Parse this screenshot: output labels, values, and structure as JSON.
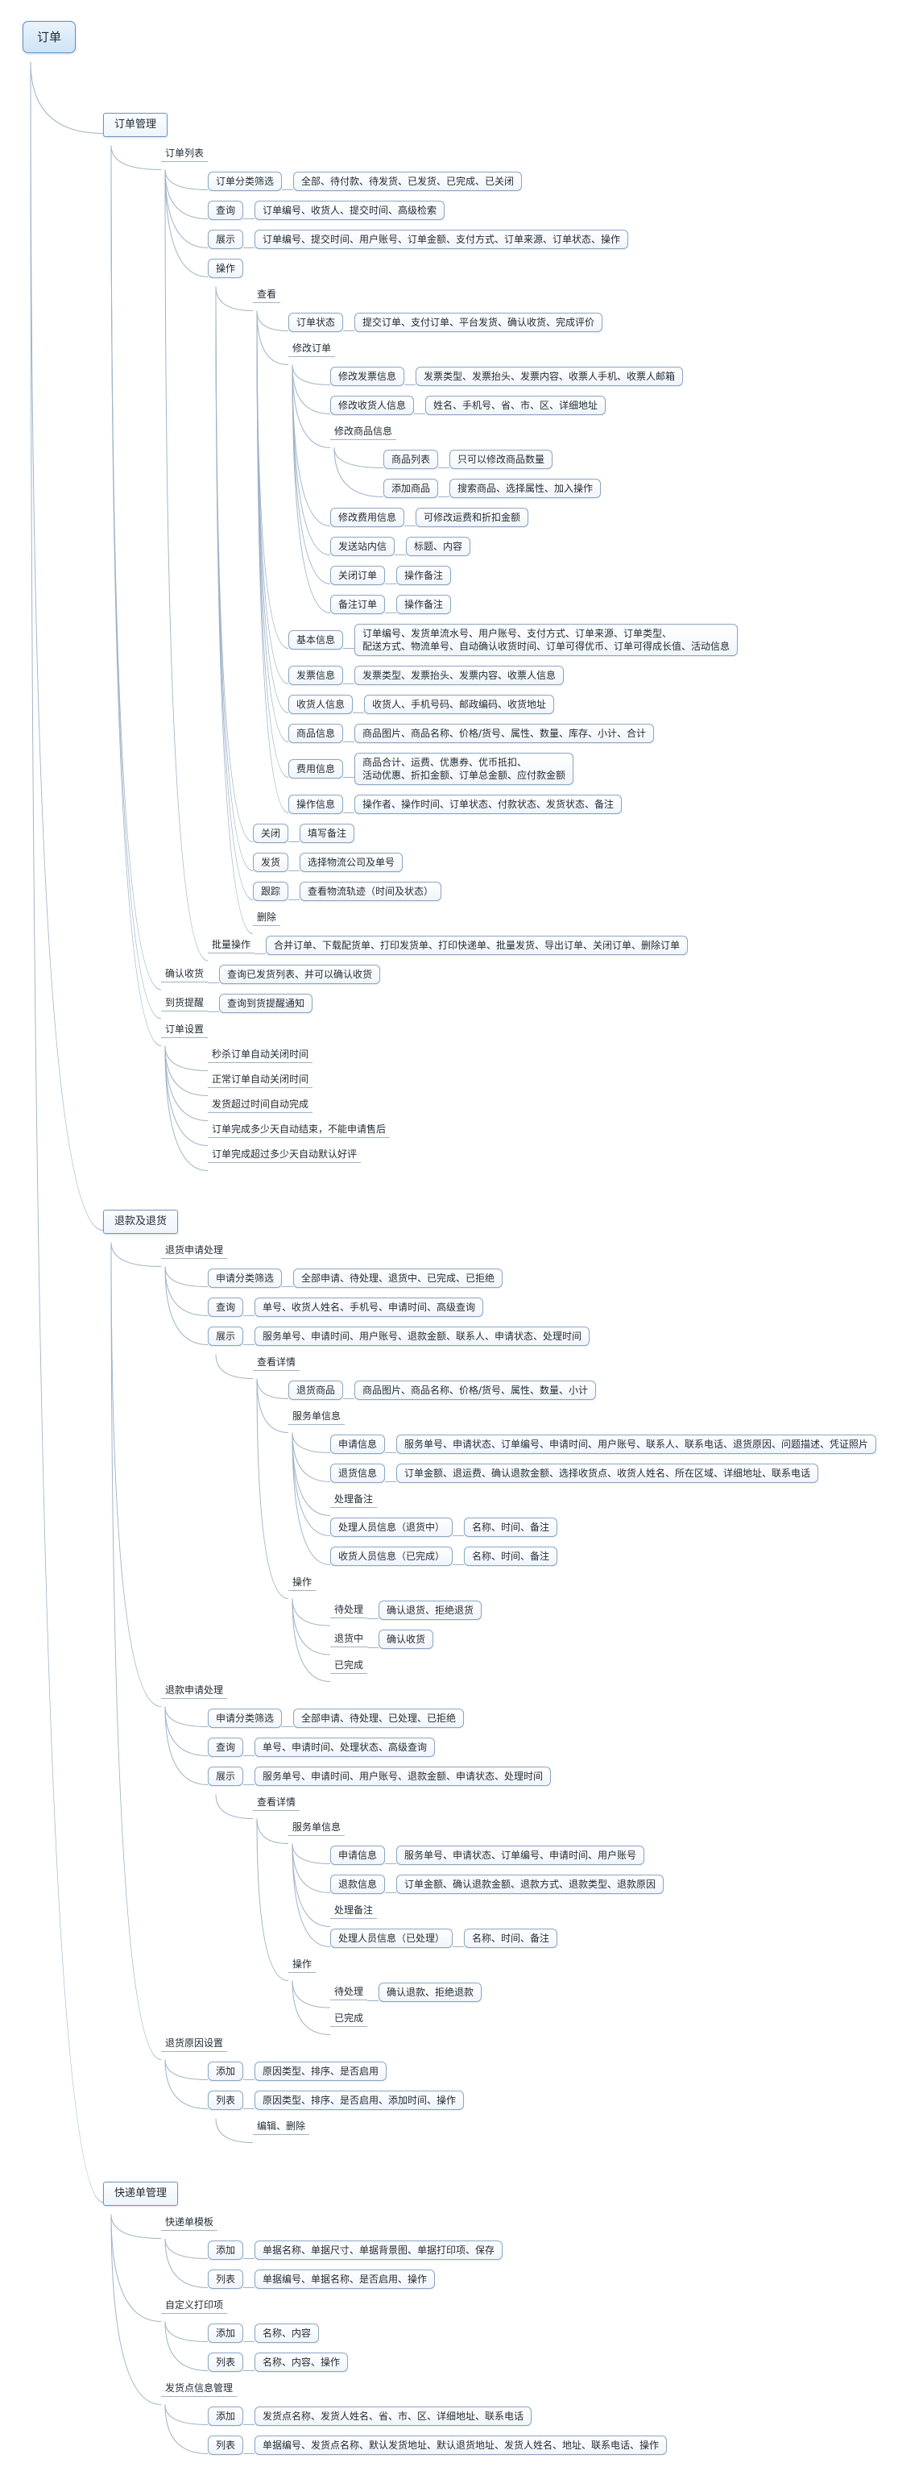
{
  "colors": {
    "background": "#ffffff",
    "node_border": "#8aa6c2",
    "branch_border": "#6d95bf",
    "root_border": "#5e8fc4",
    "root_fill": "#cfe3f6",
    "connector": "#9eb3c7",
    "text": "#1f2a33"
  },
  "mindmap": {
    "root": {
      "label": "订单",
      "style": "root",
      "name": "root-topic-order",
      "children": [
        {
          "label": "订单管理",
          "style": "branch",
          "name": "branch-order-management",
          "gap_before": 62,
          "children": [
            {
              "label": "订单列表",
              "style": "line",
              "children": [
                {
                  "label": "订单分类筛选",
                  "detail": "全部、待付款、待发货、已发货、已完成、已关闭"
                },
                {
                  "label": "查询",
                  "detail": "订单编号、收货人、提交时间、高级检索"
                },
                {
                  "label": "展示",
                  "detail": "订单编号、提交时间、用户账号、订单金额、支付方式、订单来源、订单状态、操作"
                },
                {
                  "label": "操作",
                  "children": [
                    {
                      "label": "查看",
                      "style": "line",
                      "children": [
                        {
                          "label": "订单状态",
                          "detail": "提交订单、支付订单、平台发货、确认收货、完成评价"
                        },
                        {
                          "label": "修改订单",
                          "style": "line",
                          "children": [
                            {
                              "label": "修改发票信息",
                              "detail": "发票类型、发票抬头、发票内容、收票人手机、收票人邮箱"
                            },
                            {
                              "label": "修改收货人信息",
                              "detail": "姓名、手机号、省、市、区、详细地址"
                            },
                            {
                              "label": "修改商品信息",
                              "style": "line",
                              "children": [
                                {
                                  "label": "商品列表",
                                  "detail": "只可以修改商品数量"
                                },
                                {
                                  "label": "添加商品",
                                  "detail": "搜索商品、选择属性、加入操作"
                                }
                              ]
                            },
                            {
                              "label": "修改费用信息",
                              "detail": "可修改运费和折扣金额"
                            },
                            {
                              "label": "发送站内信",
                              "detail": "标题、内容"
                            },
                            {
                              "label": "关闭订单",
                              "detail": "操作备注"
                            },
                            {
                              "label": "备注订单",
                              "detail": "操作备注"
                            }
                          ]
                        },
                        {
                          "label": "基本信息",
                          "detail": "订单编号、发货单流水号、用户账号、支付方式、订单来源、订单类型、\n配送方式、物流单号、自动确认收货时间、订单可得优币、订单可得成长值、活动信息"
                        },
                        {
                          "label": "发票信息",
                          "detail": "发票类型、发票抬头、发票内容、收票人信息"
                        },
                        {
                          "label": "收货人信息",
                          "detail": "收货人、手机号码、邮政编码、收货地址"
                        },
                        {
                          "label": "商品信息",
                          "detail": "商品图片、商品名称、价格/货号、属性、数量、库存、小计、合计"
                        },
                        {
                          "label": "费用信息",
                          "detail": "商品合计、运费、优惠券、优币抵扣、\n活动优惠、折扣金额、订单总金额、应付款金额"
                        },
                        {
                          "label": "操作信息",
                          "detail": "操作者、操作时间、订单状态、付款状态、发货状态、备注"
                        }
                      ]
                    },
                    {
                      "label": "关闭",
                      "detail": "填写备注"
                    },
                    {
                      "label": "发货",
                      "detail": "选择物流公司及单号"
                    },
                    {
                      "label": "跟踪",
                      "detail": "查看物流轨迹（时间及状态）"
                    },
                    {
                      "label": "删除",
                      "style": "line"
                    }
                  ]
                },
                {
                  "label": "批量操作",
                  "style": "line",
                  "detail": "合并订单、下载配货单、打印发货单、打印快递单、批量发货、导出订单、关闭订单、删除订单"
                }
              ]
            },
            {
              "label": "确认收货",
              "style": "line",
              "detail": "查询已发货列表、并可以确认收货"
            },
            {
              "label": "到货提醒",
              "style": "line",
              "detail": "查询到货提醒通知"
            },
            {
              "label": "订单设置",
              "style": "line",
              "children": [
                {
                  "label": "秒杀订单自动关闭时间",
                  "style": "line"
                },
                {
                  "label": "正常订单自动关闭时间",
                  "style": "line"
                },
                {
                  "label": "发货超过时间自动完成",
                  "style": "line"
                },
                {
                  "label": "订单完成多少天自动结束，不能申请售后",
                  "style": "line"
                },
                {
                  "label": "订单完成超过多少天自动默认好评",
                  "style": "line"
                }
              ]
            }
          ]
        },
        {
          "label": "退款及退货",
          "style": "branch",
          "name": "branch-refund-and-return",
          "gap_before": 46,
          "children": [
            {
              "label": "退货申请处理",
              "style": "line",
              "children": [
                {
                  "label": "申请分类筛选",
                  "detail": "全部申请、待处理、退货中、已完成、已拒绝"
                },
                {
                  "label": "查询",
                  "detail": "单号、收货人姓名、手机号、申请时间、高级查询"
                },
                {
                  "label": "展示",
                  "detail": "服务单号、申请时间、用户账号、退款金额、联系人、申请状态、处理时间",
                  "children": [
                    {
                      "label": "查看详情",
                      "style": "line",
                      "children": [
                        {
                          "label": "退货商品",
                          "detail": "商品图片、商品名称、价格/货号、属性、数量、小计"
                        },
                        {
                          "label": "服务单信息",
                          "style": "line",
                          "children": [
                            {
                              "label": "申请信息",
                              "detail": "服务单号、申请状态、订单编号、申请时间、用户账号、联系人、联系电话、退货原因、问题描述、凭证照片"
                            },
                            {
                              "label": "退货信息",
                              "detail": "订单金额、退运费、确认退款金额、选择收货点、收货人姓名、所在区域、详细地址、联系电话"
                            },
                            {
                              "label": "处理备注",
                              "style": "line"
                            },
                            {
                              "label": "处理人员信息（退货中）",
                              "detail": "名称、时间、备注"
                            },
                            {
                              "label": "收货人员信息（已完成）",
                              "detail": "名称、时间、备注"
                            }
                          ]
                        },
                        {
                          "label": "操作",
                          "style": "line",
                          "children": [
                            {
                              "label": "待处理",
                              "style": "line",
                              "detail": "确认退货、拒绝退货"
                            },
                            {
                              "label": "退货中",
                              "style": "line",
                              "detail": "确认收货"
                            },
                            {
                              "label": "已完成",
                              "style": "line"
                            }
                          ]
                        }
                      ]
                    }
                  ]
                }
              ]
            },
            {
              "label": "退款申请处理",
              "style": "line",
              "children": [
                {
                  "label": "申请分类筛选",
                  "detail": "全部申请、待处理、已处理、已拒绝"
                },
                {
                  "label": "查询",
                  "detail": "单号、申请时间、处理状态、高级查询"
                },
                {
                  "label": "展示",
                  "detail": "服务单号、申请时间、用户账号、退款金额、申请状态、处理时间",
                  "children": [
                    {
                      "label": "查看详情",
                      "style": "line",
                      "children": [
                        {
                          "label": "服务单信息",
                          "style": "line",
                          "children": [
                            {
                              "label": "申请信息",
                              "detail": "服务单号、申请状态、订单编号、申请时间、用户账号"
                            },
                            {
                              "label": "退款信息",
                              "detail": "订单金额、确认退款金额、退款方式、退款类型、退款原因"
                            },
                            {
                              "label": "处理备注",
                              "style": "line"
                            },
                            {
                              "label": "处理人员信息（已处理）",
                              "detail": "名称、时间、备注"
                            }
                          ]
                        },
                        {
                          "label": "操作",
                          "style": "line",
                          "children": [
                            {
                              "label": "待处理",
                              "style": "line",
                              "detail": "确认退款、拒绝退款"
                            },
                            {
                              "label": "已完成",
                              "style": "line"
                            }
                          ]
                        }
                      ]
                    }
                  ]
                }
              ]
            },
            {
              "label": "退货原因设置",
              "style": "line",
              "children": [
                {
                  "label": "添加",
                  "detail": "原因类型、排序、是否启用"
                },
                {
                  "label": "列表",
                  "detail": "原因类型、排序、是否启用、添加时间、操作",
                  "children": [
                    {
                      "label": "编辑、删除",
                      "style": "line"
                    }
                  ]
                }
              ]
            }
          ]
        },
        {
          "label": "快递单管理",
          "style": "branch",
          "name": "branch-express-sheet-management",
          "gap_before": 46,
          "children": [
            {
              "label": "快递单模板",
              "style": "line",
              "children": [
                {
                  "label": "添加",
                  "detail": "单据名称、单据尺寸、单据背景图、单据打印项、保存"
                },
                {
                  "label": "列表",
                  "detail": "单据编号、单据名称、是否启用、操作"
                }
              ]
            },
            {
              "label": "自定义打印项",
              "style": "line",
              "children": [
                {
                  "label": "添加",
                  "detail": "名称、内容"
                },
                {
                  "label": "列表",
                  "detail": "名称、内容、操作"
                }
              ]
            },
            {
              "label": "发货点信息管理",
              "style": "line",
              "children": [
                {
                  "label": "添加",
                  "detail": "发货点名称、发货人姓名、省、市、区、详细地址、联系电话"
                },
                {
                  "label": "列表",
                  "detail": "单据编号、发货点名称、默认发货地址、默认退货地址、发货人姓名、地址、联系电话、操作"
                }
              ]
            }
          ]
        }
      ]
    }
  }
}
